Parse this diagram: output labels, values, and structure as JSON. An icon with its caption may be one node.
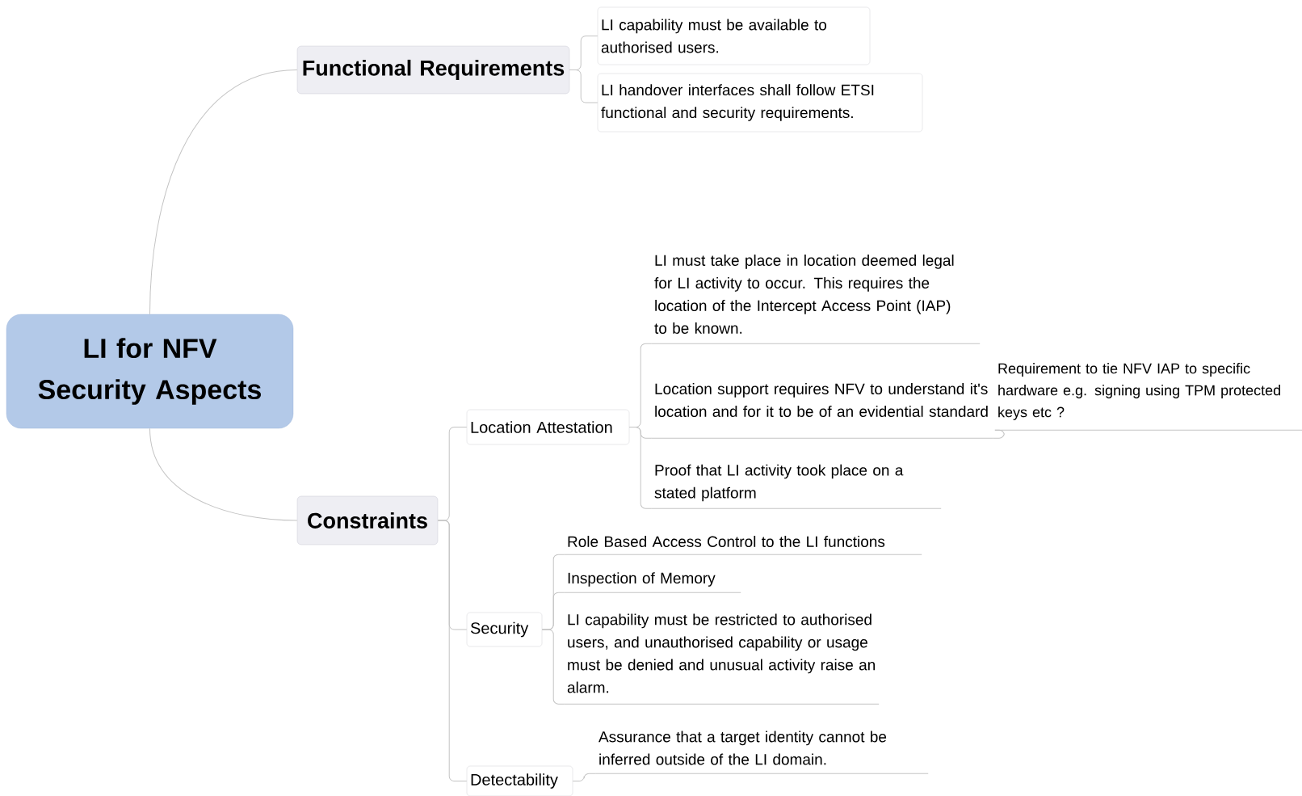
{
  "diagram": {
    "nodes": [
      {
        "text": [
          "LI for NFV Security Aspects"
        ]
      },
      {
        "text": [
          "Functional Requirements"
        ]
      },
      {
        "text": [
          "LI capability must be available to authorised users."
        ]
      },
      {
        "text": [
          "LI handover interfaces shall follow ETSI functional and security requirements."
        ]
      },
      {
        "text": [
          "Constraints"
        ]
      },
      {
        "text": [
          "Location Attestation"
        ]
      },
      {
        "text": [
          "LI must take place in location deemed legal for LI activity to occur. This requires the location of the Intercept Access Point (IAP) to be known."
        ]
      },
      {
        "text": [
          "Location support requires NFV to understand it's location and for it to be of an evidential standard"
        ]
      },
      {
        "text": [
          "Requirement to tie NFV IAP to specific hardware e.g. signing using TPM protected keys etc ?"
        ]
      },
      {
        "text": [
          "Proof that LI activity took place on a stated platform"
        ]
      },
      {
        "text": [
          "Security"
        ]
      },
      {
        "text": [
          "Role Based Access Control to the LI functions"
        ]
      },
      {
        "text": [
          "Inspection of Memory"
        ]
      },
      {
        "text": [
          "LI capability must be restricted to authorised users, and unauthorised capability or usage must be denied and unusual activity raise an alarm."
        ]
      },
      {
        "text": [
          "Detectability"
        ]
      },
      {
        "text": [
          "Assurance that a target identity cannot be inferred outside of the LI domain."
        ]
      }
    ],
    "edges": [
      {
        "from": 0,
        "to": 1,
        "arrow": "none"
      },
      {
        "from": 0,
        "to": 4,
        "arrow": "none"
      },
      {
        "from": 1,
        "to": 2,
        "arrow": "none"
      },
      {
        "from": 1,
        "to": 3,
        "arrow": "none"
      },
      {
        "from": 4,
        "to": 5,
        "arrow": "none"
      },
      {
        "from": 4,
        "to": 10,
        "arrow": "none"
      },
      {
        "from": 4,
        "to": 14,
        "arrow": "none"
      },
      {
        "from": 5,
        "to": 6,
        "arrow": "none"
      },
      {
        "from": 5,
        "to": 7,
        "arrow": "none"
      },
      {
        "from": 5,
        "to": 9,
        "arrow": "none"
      },
      {
        "from": 7,
        "to": 8,
        "arrow": "none"
      },
      {
        "from": 10,
        "to": 11,
        "arrow": "none"
      },
      {
        "from": 10,
        "to": 12,
        "arrow": "none"
      },
      {
        "from": 10,
        "to": 13,
        "arrow": "none"
      },
      {
        "from": 14,
        "to": 15,
        "arrow": "none"
      }
    ]
  }
}
